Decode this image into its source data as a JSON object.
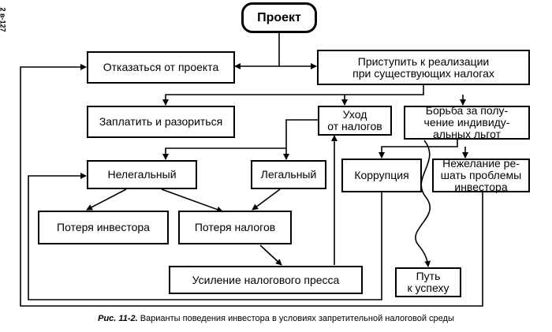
{
  "margin_note": "2 в-127",
  "nodes": {
    "project": "Проект",
    "abandon": "Отказаться от проекта",
    "proceed": "Приступить к реализации\nпри существующих налогах",
    "pay_ruin": "Заплатить и разориться",
    "tax_avoid": "Уход\nот налогов",
    "benefits": "Борьба за полу-\nчение индивиду-\nальных льгот",
    "illegal": "Нелегальный",
    "legal": "Легальный",
    "corruption": "Коррупция",
    "unwilling": "Нежелание ре-\nшать проблемы\nинвестора",
    "investor_loss": "Потеря инвестора",
    "tax_loss": "Потеря налогов",
    "tax_pressure": "Усиление налогового пресса",
    "success": "Путь\nк успеху"
  },
  "caption": {
    "label": "Рис. 11-2.",
    "text": "Варианты поведения инвестора в условиях запретительной налоговой среды"
  }
}
